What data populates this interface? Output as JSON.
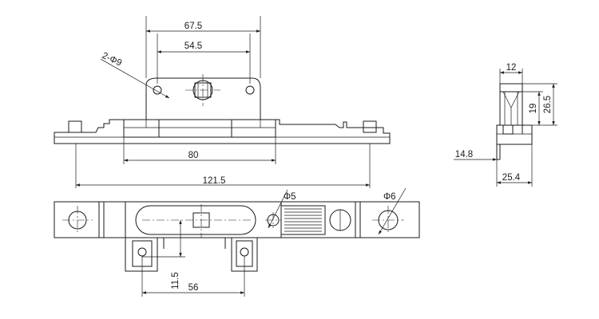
{
  "dimensions": {
    "top_overall_width": "67.5",
    "top_inner_width": "54.5",
    "hole_callout": "2-Φ9",
    "base_width": "80",
    "overall_length": "121.5",
    "side_top_width": "12",
    "side_height_upper": "19",
    "side_height_total": "26.5",
    "side_offset": "14.8",
    "side_base_width": "25.4",
    "hole_small": "Φ5",
    "hole_right": "Φ6",
    "bottom_tab_height": "11.5",
    "bottom_tab_spacing": "56"
  }
}
